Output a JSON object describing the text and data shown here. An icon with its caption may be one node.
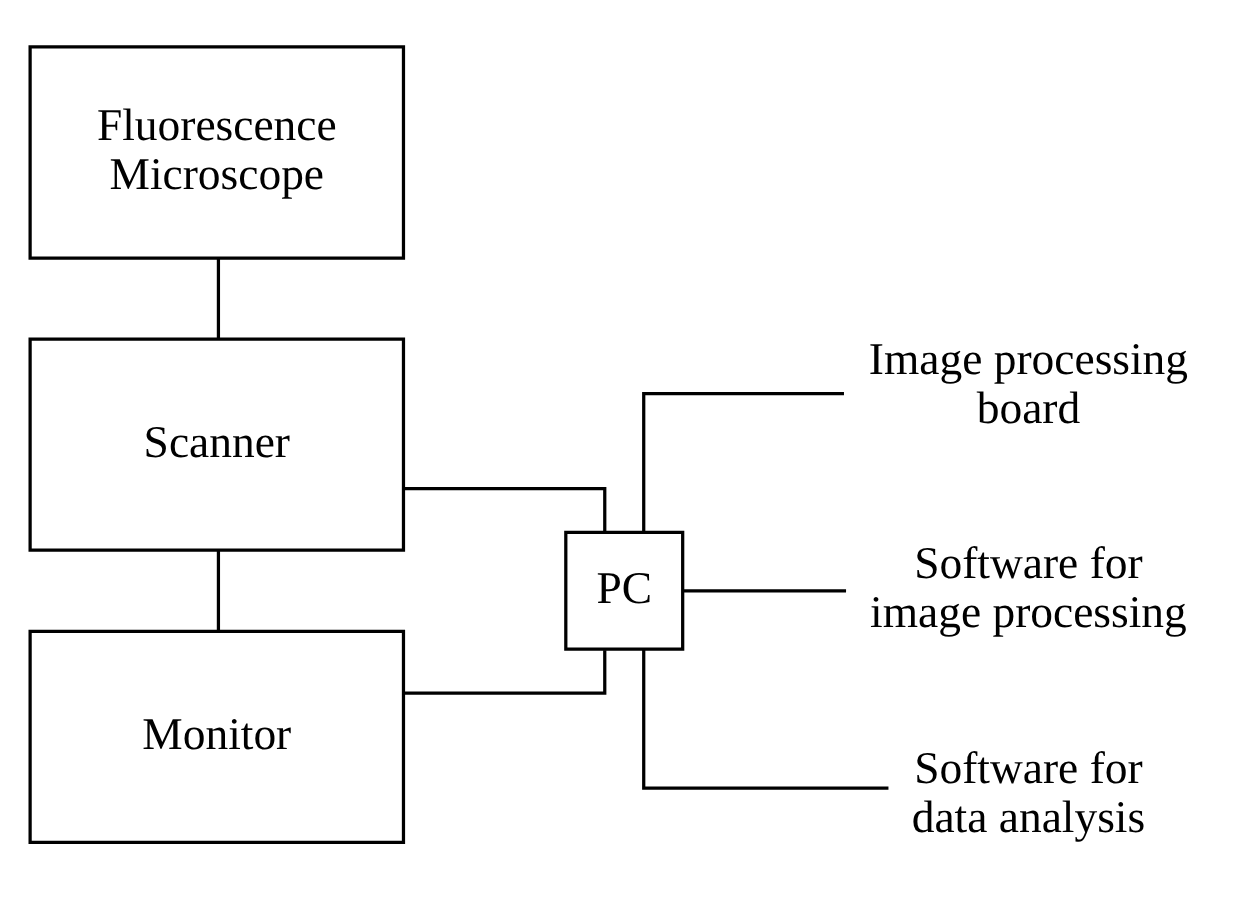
{
  "diagram": {
    "nodes": [
      {
        "text": [
          "Fluorescence Microscope"
        ]
      },
      {
        "text": [
          "Scanner"
        ]
      },
      {
        "text": [
          "Monitor"
        ]
      },
      {
        "text": [
          "PC"
        ]
      },
      {
        "text": [
          "Image processing board"
        ]
      },
      {
        "text": [
          "Software for image processing"
        ]
      },
      {
        "text": [
          "Software for data analysis"
        ]
      }
    ],
    "edges": [
      {
        "from": 0,
        "to": 1,
        "arrow": "none"
      },
      {
        "from": 1,
        "to": 2,
        "arrow": "none"
      },
      {
        "from": 1,
        "to": 3,
        "arrow": "none"
      },
      {
        "from": 2,
        "to": 3,
        "arrow": "none"
      },
      {
        "from": 3,
        "to": 4,
        "arrow": "none"
      },
      {
        "from": 3,
        "to": 5,
        "arrow": "none"
      },
      {
        "from": 3,
        "to": 6,
        "arrow": "none"
      }
    ]
  }
}
